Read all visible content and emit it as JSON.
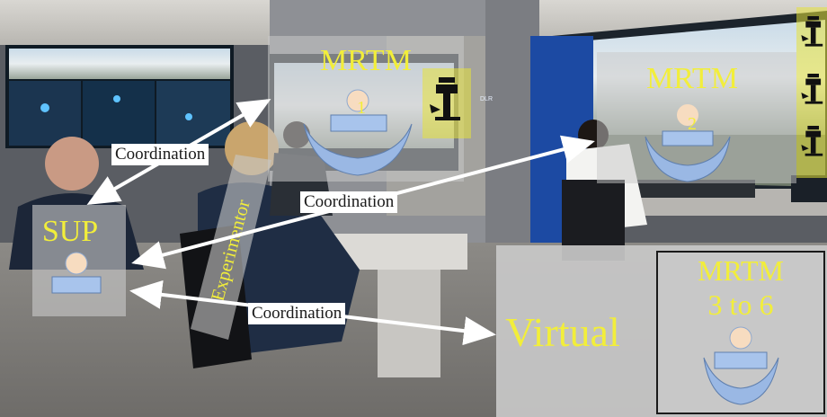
{
  "labels": {
    "mrtm1": "MRTM",
    "num1": "1",
    "mrtm2": "MRTM",
    "num2": "2",
    "sup": "SUP",
    "virtual": "Virtual",
    "mrtm36_line1": "MRTM",
    "mrtm36_line2": "3 to 6",
    "experimentor": "Experimentor",
    "coord_top": "Coordination",
    "coord_mid": "Coordination",
    "coord_bottom": "Coordination",
    "dlr": "DLR"
  },
  "colors": {
    "label_yellow": "#f2ee3a",
    "overlay_gray": "#c8c8c8",
    "person_head": "#f7dcc0",
    "person_body": "#a8c4ec",
    "arrow": "#ffffff"
  },
  "icons": [
    "tower-icon",
    "person-icon",
    "double-arrow-icon"
  ]
}
